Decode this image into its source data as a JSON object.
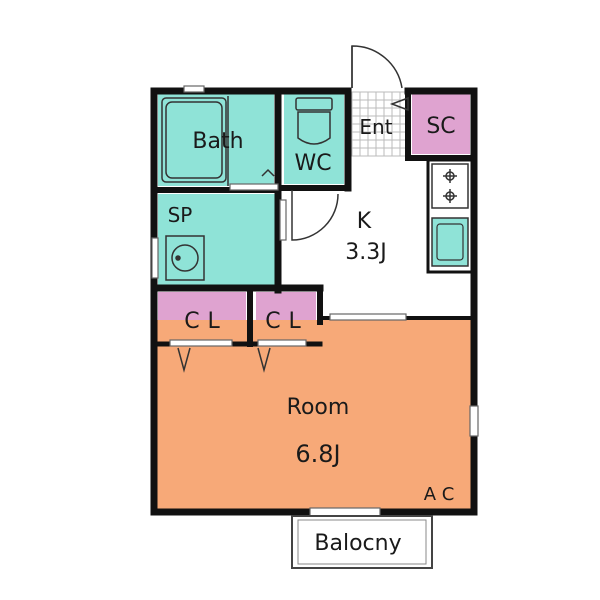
{
  "rooms": {
    "bath": "Bath",
    "wc": "WC",
    "entrance": "Ent",
    "shoe_closet": "SC",
    "sp": "SP",
    "kitchen": "K",
    "kitchen_size": "3.3J",
    "closet_left": "CL",
    "closet_right": "CL",
    "room": "Room",
    "room_size": "6.8J",
    "ac": "AC",
    "balcony": "Balocny"
  },
  "colors": {
    "wall": "#111111",
    "wet_area": "#8fe3d7",
    "storage": "#dfa3d0",
    "room": "#f7a978",
    "floor": "#ffffff"
  }
}
